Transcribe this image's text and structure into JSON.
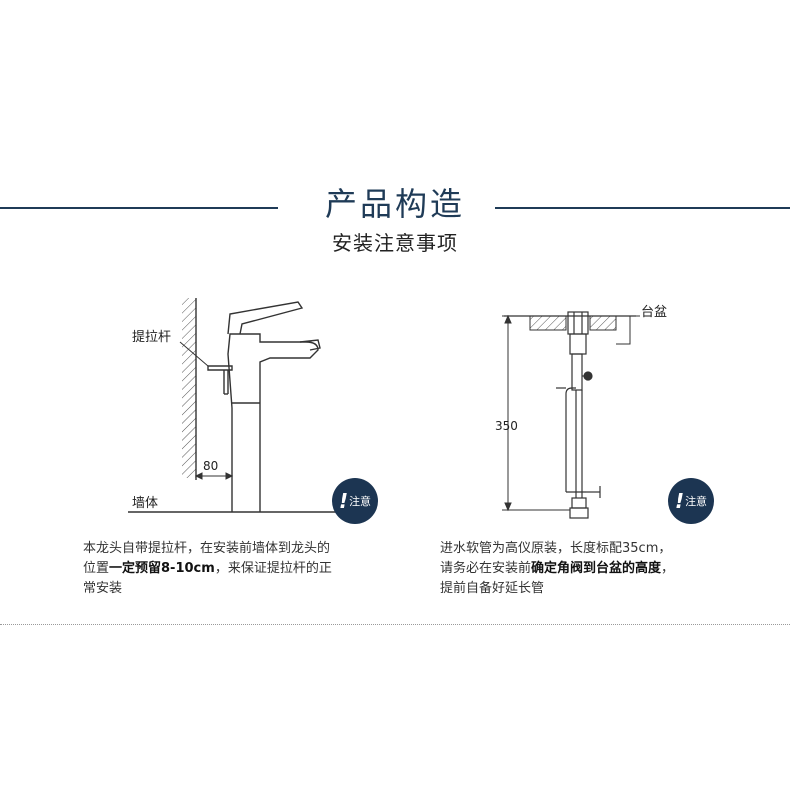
{
  "header": {
    "title": "产品构造",
    "subtitle": "安装注意事项"
  },
  "left_panel": {
    "label_lever": "提拉杆",
    "label_wall": "墙体",
    "dimension": "80",
    "note_badge": "注意",
    "desc_line1": "本龙头自带提拉杆，在安装前墙体到龙头的",
    "desc_line2_pre": "位置",
    "desc_line2_bold": "一定预留8-10cm",
    "desc_line2_post": "，来保证提拉杆的正",
    "desc_line3": "常安装"
  },
  "right_panel": {
    "label_basin": "台盆",
    "dimension": "350",
    "note_badge": "注意",
    "desc_line1": "进水软管为高仪原装，长度标配35cm，",
    "desc_line2_pre": "请务必在安装前",
    "desc_line2_bold": "确定角阀到台盆的高度",
    "desc_line2_post": "，",
    "desc_line3": "提前自备好延长管"
  },
  "colors": {
    "accent": "#1f3b57",
    "badge": "#1c3552",
    "line": "#333333"
  }
}
